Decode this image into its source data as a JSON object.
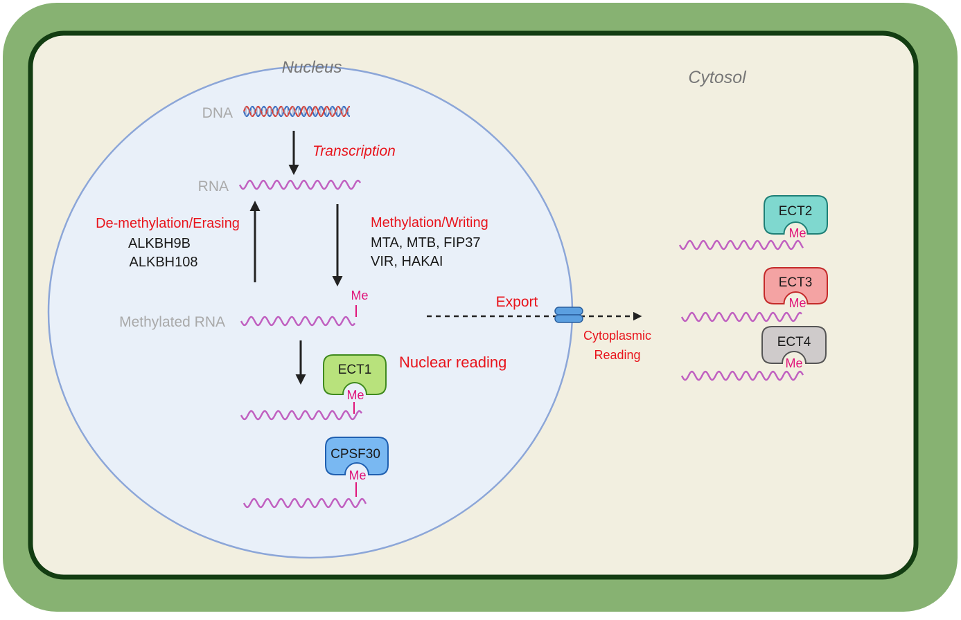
{
  "compartments": {
    "nucleus_label": "Nucleus",
    "cytosol_label": "Cytosol"
  },
  "molecules": {
    "dna_label": "DNA",
    "rna_label": "RNA",
    "methylated_rna_label": "Methylated RNA"
  },
  "processes": {
    "transcription": "Transcription",
    "demethylation": {
      "title": "De-methylation/Erasing",
      "enzymes": [
        "ALKBH9B",
        "ALKBH108"
      ]
    },
    "methylation": {
      "title": "Methylation/Writing",
      "enzymes": [
        "MTA, MTB, FIP37",
        "VIR, HAKAI"
      ]
    },
    "export": "Export",
    "nuclear_reading": "Nuclear reading",
    "cytoplasmic_reading": [
      "Cytoplasmic",
      "Reading"
    ]
  },
  "mark_label": "Me",
  "readers": {
    "nuclear": [
      {
        "name": "ECT1",
        "color": "#b8e27c",
        "stroke": "#3f8a1f"
      },
      {
        "name": "CPSF30",
        "color": "#79b8f2",
        "stroke": "#1f5fb0"
      }
    ],
    "cytoplasmic": [
      {
        "name": "ECT2",
        "color": "#7fd8cf",
        "stroke": "#1e7f76"
      },
      {
        "name": "ECT3",
        "color": "#f4a3a3",
        "stroke": "#c42a2a"
      },
      {
        "name": "ECT4",
        "color": "#cfcbcb",
        "stroke": "#555555"
      }
    ]
  },
  "colors": {
    "cell_wall": "#87b272",
    "cell_membrane": "#133d12",
    "cytosol": "#f2efe0",
    "nucleus_fill": "#e9f0f9",
    "nucleus_border": "#8ca6d8",
    "rna": "#c060c0",
    "process_text": "#e8141c",
    "mark_text": "#e0157a",
    "muted_text": "#a9a9a9",
    "arrow": "#222222",
    "pore": "#5b9fe0"
  }
}
